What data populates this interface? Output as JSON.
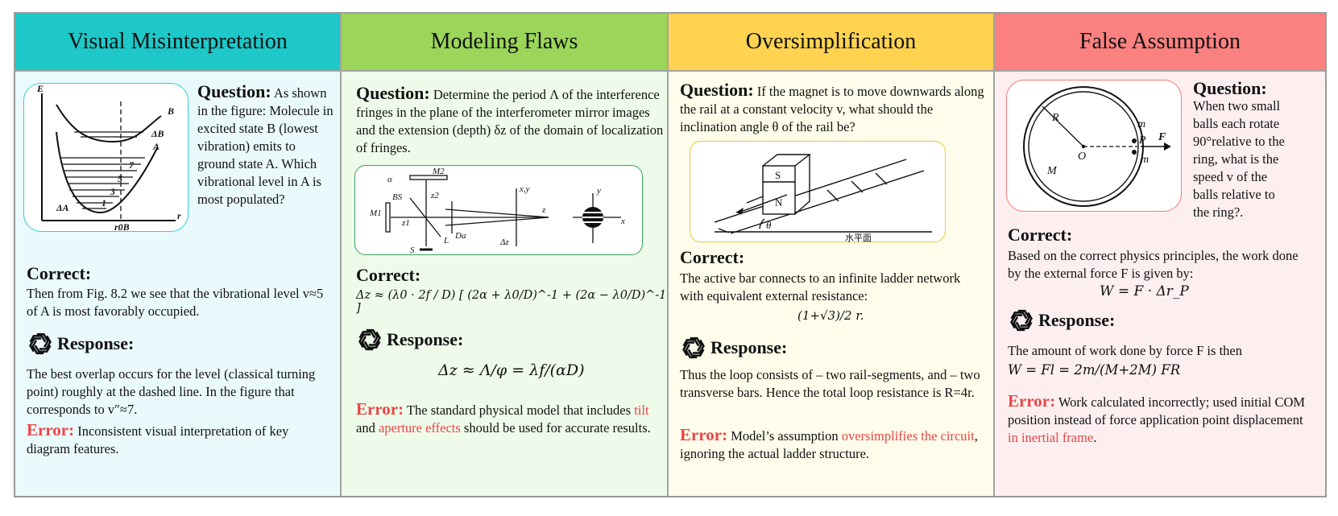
{
  "columns": [
    {
      "header": "Visual Misinterpretation",
      "question_label": "Question:",
      "question_text": "As shown in the figure: Molecule in excited state B (lowest vibration) emits to ground state A. Which vibrational level in A is most populated?",
      "figure_labels": {
        "e": "E",
        "b": "B",
        "a": "A",
        "delta_b": "ΔB",
        "delta_a": "ΔA",
        "r": "r",
        "r0b": "r0B",
        "lv7": "7",
        "lv5": "5",
        "lv3": "3",
        "lv1": "1"
      },
      "correct_label": "Correct:",
      "correct_text": "Then from Fig. 8.2 we see that the vibrational level v≈5 of A is most favorably occupied.",
      "response_label": "Response:",
      "response_text": "The best overlap occurs for the level (classical turning point) roughly at the dashed line.  In the figure that corresponds to v″≈7.",
      "error_label": "Error:",
      "error_text": "Inconsistent visual interpretation of key diagram features."
    },
    {
      "header": "Modeling Flaws",
      "question_label": "Question:",
      "question_text": "Determine the period Λ of the interference fringes in the plane of the interferometer mirror images and the extension (depth) δz of the domain of localization of fringes.",
      "figure_labels": {
        "alpha": "α",
        "m2": "M2",
        "bs": "BS",
        "m1": "M1",
        "s": "S",
        "l": "L",
        "z1": "z1",
        "z2": "z2",
        "z": "z",
        "xy": "x,y",
        "da": "Da",
        "dz": "Δz",
        "x": "x",
        "y": "y"
      },
      "correct_label": "Correct:",
      "correct_formula": "Δz ≈ (λ0 · 2f / D) [ (2α + λ0/D)^-1 + (2α − λ0/D)^-1 ]",
      "response_label": "Response:",
      "response_formula": "Δz ≈ Λ/φ = λf/(αD)",
      "error_label": "Error:",
      "error_text_1": "The standard physical model that includes ",
      "error_red_1": "tilt",
      "error_text_2": " and ",
      "error_red_2": "aperture effects",
      "error_text_3": " should be used for accurate results."
    },
    {
      "header": "Oversimplification",
      "question_label": "Question:",
      "question_text": "If the magnet is to move downwards along the rail at a constant velocity v, what should the inclination angle θ of the rail be?",
      "figure_labels": {
        "s": "S",
        "n": "N",
        "theta": "θ",
        "ground": "水平面"
      },
      "correct_label": "Correct:",
      "correct_text": "The active bar connects to an infinite ladder network with equivalent external resistance:",
      "correct_formula": "(1+√3)/2 r.",
      "response_label": "Response:",
      "response_text": "Thus the loop consists of – two rail-segments, and – two transverse bars. Hence the total loop resistance is R=4r.",
      "error_label": "Error:",
      "error_text_1": "Model’s assumption ",
      "error_red_1": "oversimplifies the circuit",
      "error_text_2": ", ignoring the actual ladder structure."
    },
    {
      "header": "False Assumption",
      "question_label": "Question:",
      "question_text": "When two small balls each rotate 90°relative to the ring, what is the speed v of the balls relative to the ring?.",
      "figure_labels": {
        "r": "R",
        "o": "O",
        "m_big": "M",
        "m1": "m",
        "m2": "m",
        "p": "P",
        "f": "F"
      },
      "correct_label": "Correct:",
      "correct_text": "Based on the correct physics principles, the work done by the external force F is given by:",
      "correct_formula": "W = F · Δr_P",
      "response_label": "Response:",
      "response_text": "The amount of work done by force F is then",
      "response_formula": "W = Fl = 2m/(M+2M) FR",
      "error_label": "Error:",
      "error_text_1": "Work calculated incorrectly; used initial COM position instead of force application point displacement ",
      "error_red_1": "in inertial frame",
      "error_text_2": "."
    }
  ],
  "colors": {
    "teal": "#1ec8c8",
    "green": "#9bd65a",
    "yellow": "#ffd34f",
    "pink": "#fb8181",
    "error_red": "#e84646"
  },
  "icons": [
    "openai-logo-icon"
  ]
}
